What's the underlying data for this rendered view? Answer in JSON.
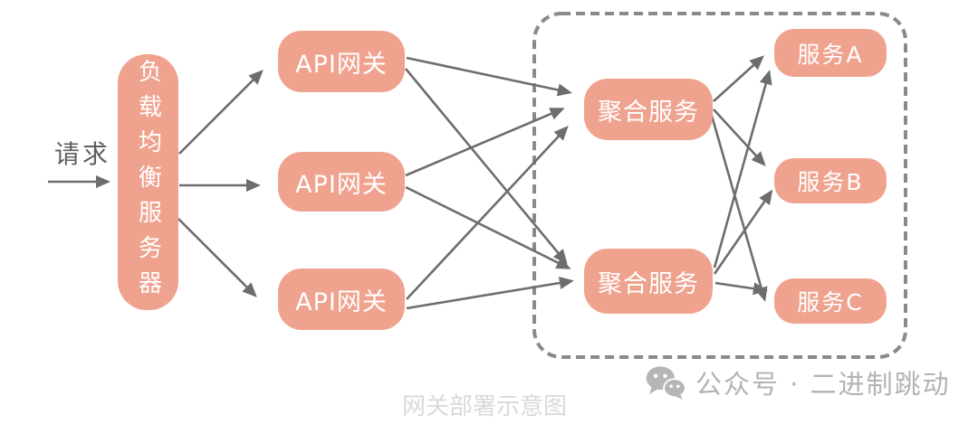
{
  "diagram": {
    "caption": "网关部署示意图",
    "request_label": "请求",
    "nodes": {
      "lb": {
        "id": "lb",
        "label": "负载均衡服务器"
      },
      "api1": {
        "id": "api1",
        "label": "API网关"
      },
      "api2": {
        "id": "api2",
        "label": "API网关"
      },
      "api3": {
        "id": "api3",
        "label": "API网关"
      },
      "agg1": {
        "id": "agg1",
        "label": "聚合服务"
      },
      "agg2": {
        "id": "agg2",
        "label": "聚合服务"
      },
      "svcA": {
        "id": "svcA",
        "label": "服务A"
      },
      "svcB": {
        "id": "svcB",
        "label": "服务B"
      },
      "svcC": {
        "id": "svcC",
        "label": "服务C"
      }
    },
    "edges": [
      {
        "from": "request",
        "to": "lb"
      },
      {
        "from": "lb",
        "to": "api1"
      },
      {
        "from": "lb",
        "to": "api2"
      },
      {
        "from": "lb",
        "to": "api3"
      },
      {
        "from": "api1",
        "to": "agg1"
      },
      {
        "from": "api1",
        "to": "agg2"
      },
      {
        "from": "api2",
        "to": "agg1"
      },
      {
        "from": "api2",
        "to": "agg2"
      },
      {
        "from": "api3",
        "to": "agg1"
      },
      {
        "from": "api3",
        "to": "agg2"
      },
      {
        "from": "agg1",
        "to": "svcA"
      },
      {
        "from": "agg1",
        "to": "svcB"
      },
      {
        "from": "agg1",
        "to": "svcC"
      },
      {
        "from": "agg2",
        "to": "svcA"
      },
      {
        "from": "agg2",
        "to": "svcB"
      },
      {
        "from": "agg2",
        "to": "svcC"
      }
    ],
    "colors": {
      "node_fill": "#efa38f",
      "node_text": "#ffffff",
      "arrow": "#6d6d6d",
      "dashed_border": "#8a8a8a",
      "request_text": "#5f5f5f",
      "caption_text": "#d9d9d9",
      "footer_text": "#b3b3b3"
    }
  },
  "footer": {
    "account_text": "公众号 · 二进制跳动",
    "icon": "wechat-icon"
  }
}
